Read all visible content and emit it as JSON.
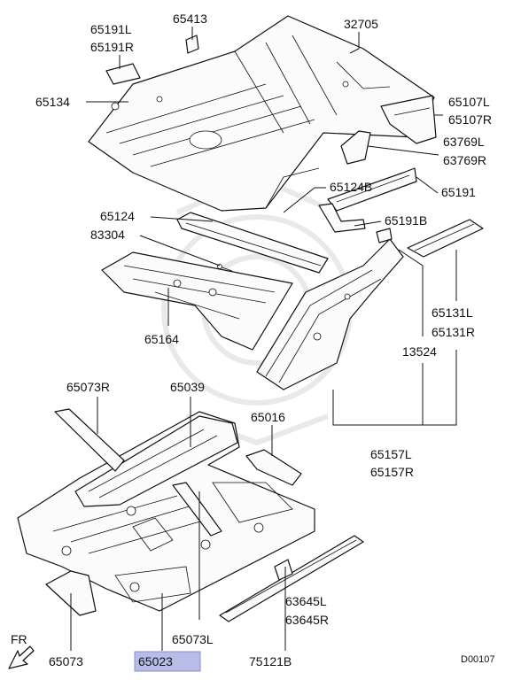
{
  "parts": {
    "p65191L": "65191L",
    "p65191R": "65191R",
    "p65413": "65413",
    "p32705": "32705",
    "p65134": "65134",
    "p65107L": "65107L",
    "p65107R": "65107R",
    "p63769L": "63769L",
    "p63769R": "63769R",
    "p65124B": "65124B",
    "p65191": "65191",
    "p65124": "65124",
    "p65191B": "65191B",
    "p83304": "83304",
    "p65131L": "65131L",
    "p65131R": "65131R",
    "p65164": "65164",
    "p13524": "13524",
    "p65073R": "65073R",
    "p65039": "65039",
    "p65016": "65016",
    "p65157L": "65157L",
    "p65157R": "65157R",
    "p63645L": "63645L",
    "p63645R": "63645R",
    "p65073L": "65073L",
    "p65073": "65073",
    "p65023": "65023",
    "p75121B": "75121B"
  },
  "direction_label": "FR",
  "diagram_code": "D00107",
  "highlight_color": "#b8bde8"
}
